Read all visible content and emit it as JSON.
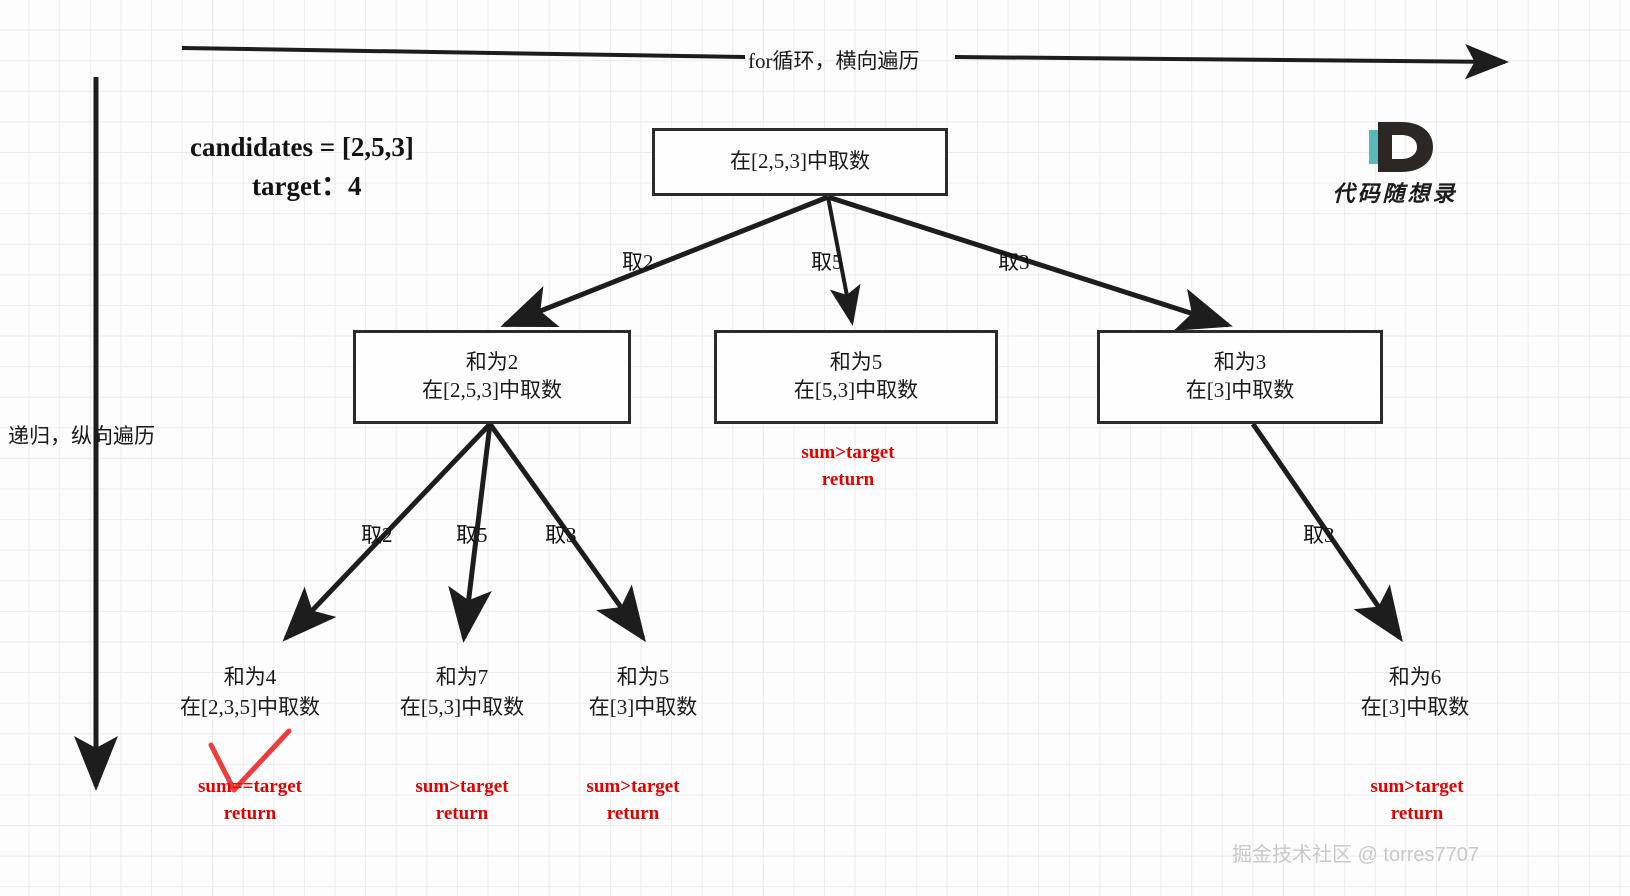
{
  "diagram": {
    "title_params": {
      "candidates_line": "candidates = [2,5,3]",
      "target_line": "target：4"
    },
    "axes": {
      "horizontal_label": "for循环，横向遍历",
      "vertical_label": "递归，纵向遍历"
    },
    "root": {
      "label": "在[2,5,3]中取数"
    },
    "level1": [
      {
        "sum_line": "和为2",
        "pick_line": "在[2,5,3]中取数",
        "edge_label": "取2",
        "annotation": null
      },
      {
        "sum_line": "和为5",
        "pick_line": "在[5,3]中取数",
        "edge_label": "取5",
        "annotation": {
          "line1": "sum>target",
          "line2": "return"
        }
      },
      {
        "sum_line": "和为3",
        "pick_line": "在[3]中取数",
        "edge_label": "取3",
        "annotation": null
      }
    ],
    "level2": [
      {
        "sum_line": "和为4",
        "pick_line": "在[2,3,5]中取数",
        "edge_label": "取2",
        "annotation": {
          "line1": "sum==target",
          "line2": "return"
        },
        "check": true
      },
      {
        "sum_line": "和为7",
        "pick_line": "在[5,3]中取数",
        "edge_label": "取5",
        "annotation": {
          "line1": "sum>target",
          "line2": "return"
        },
        "check": false
      },
      {
        "sum_line": "和为5",
        "pick_line": "在[3]中取数",
        "edge_label": "取3",
        "annotation": {
          "line1": "sum>target",
          "line2": "return"
        },
        "check": false
      },
      {
        "sum_line": "和为6",
        "pick_line": "在[3]中取数",
        "edge_label": "取3",
        "annotation": {
          "line1": "sum>target",
          "line2": "return"
        },
        "check": false
      }
    ],
    "logo": {
      "mark_letter": "D",
      "caption": "代码随想录",
      "mark_color": "#2b2724",
      "accent_color": "#5bb8bd"
    },
    "watermark": "掘金技术社区 @ torres7707",
    "colors": {
      "stroke": "#2b2b2b",
      "annotation_red": "#e50000",
      "check_red": "#f03b3b",
      "grid": "#ececec",
      "background": "#fdfdfd"
    }
  }
}
